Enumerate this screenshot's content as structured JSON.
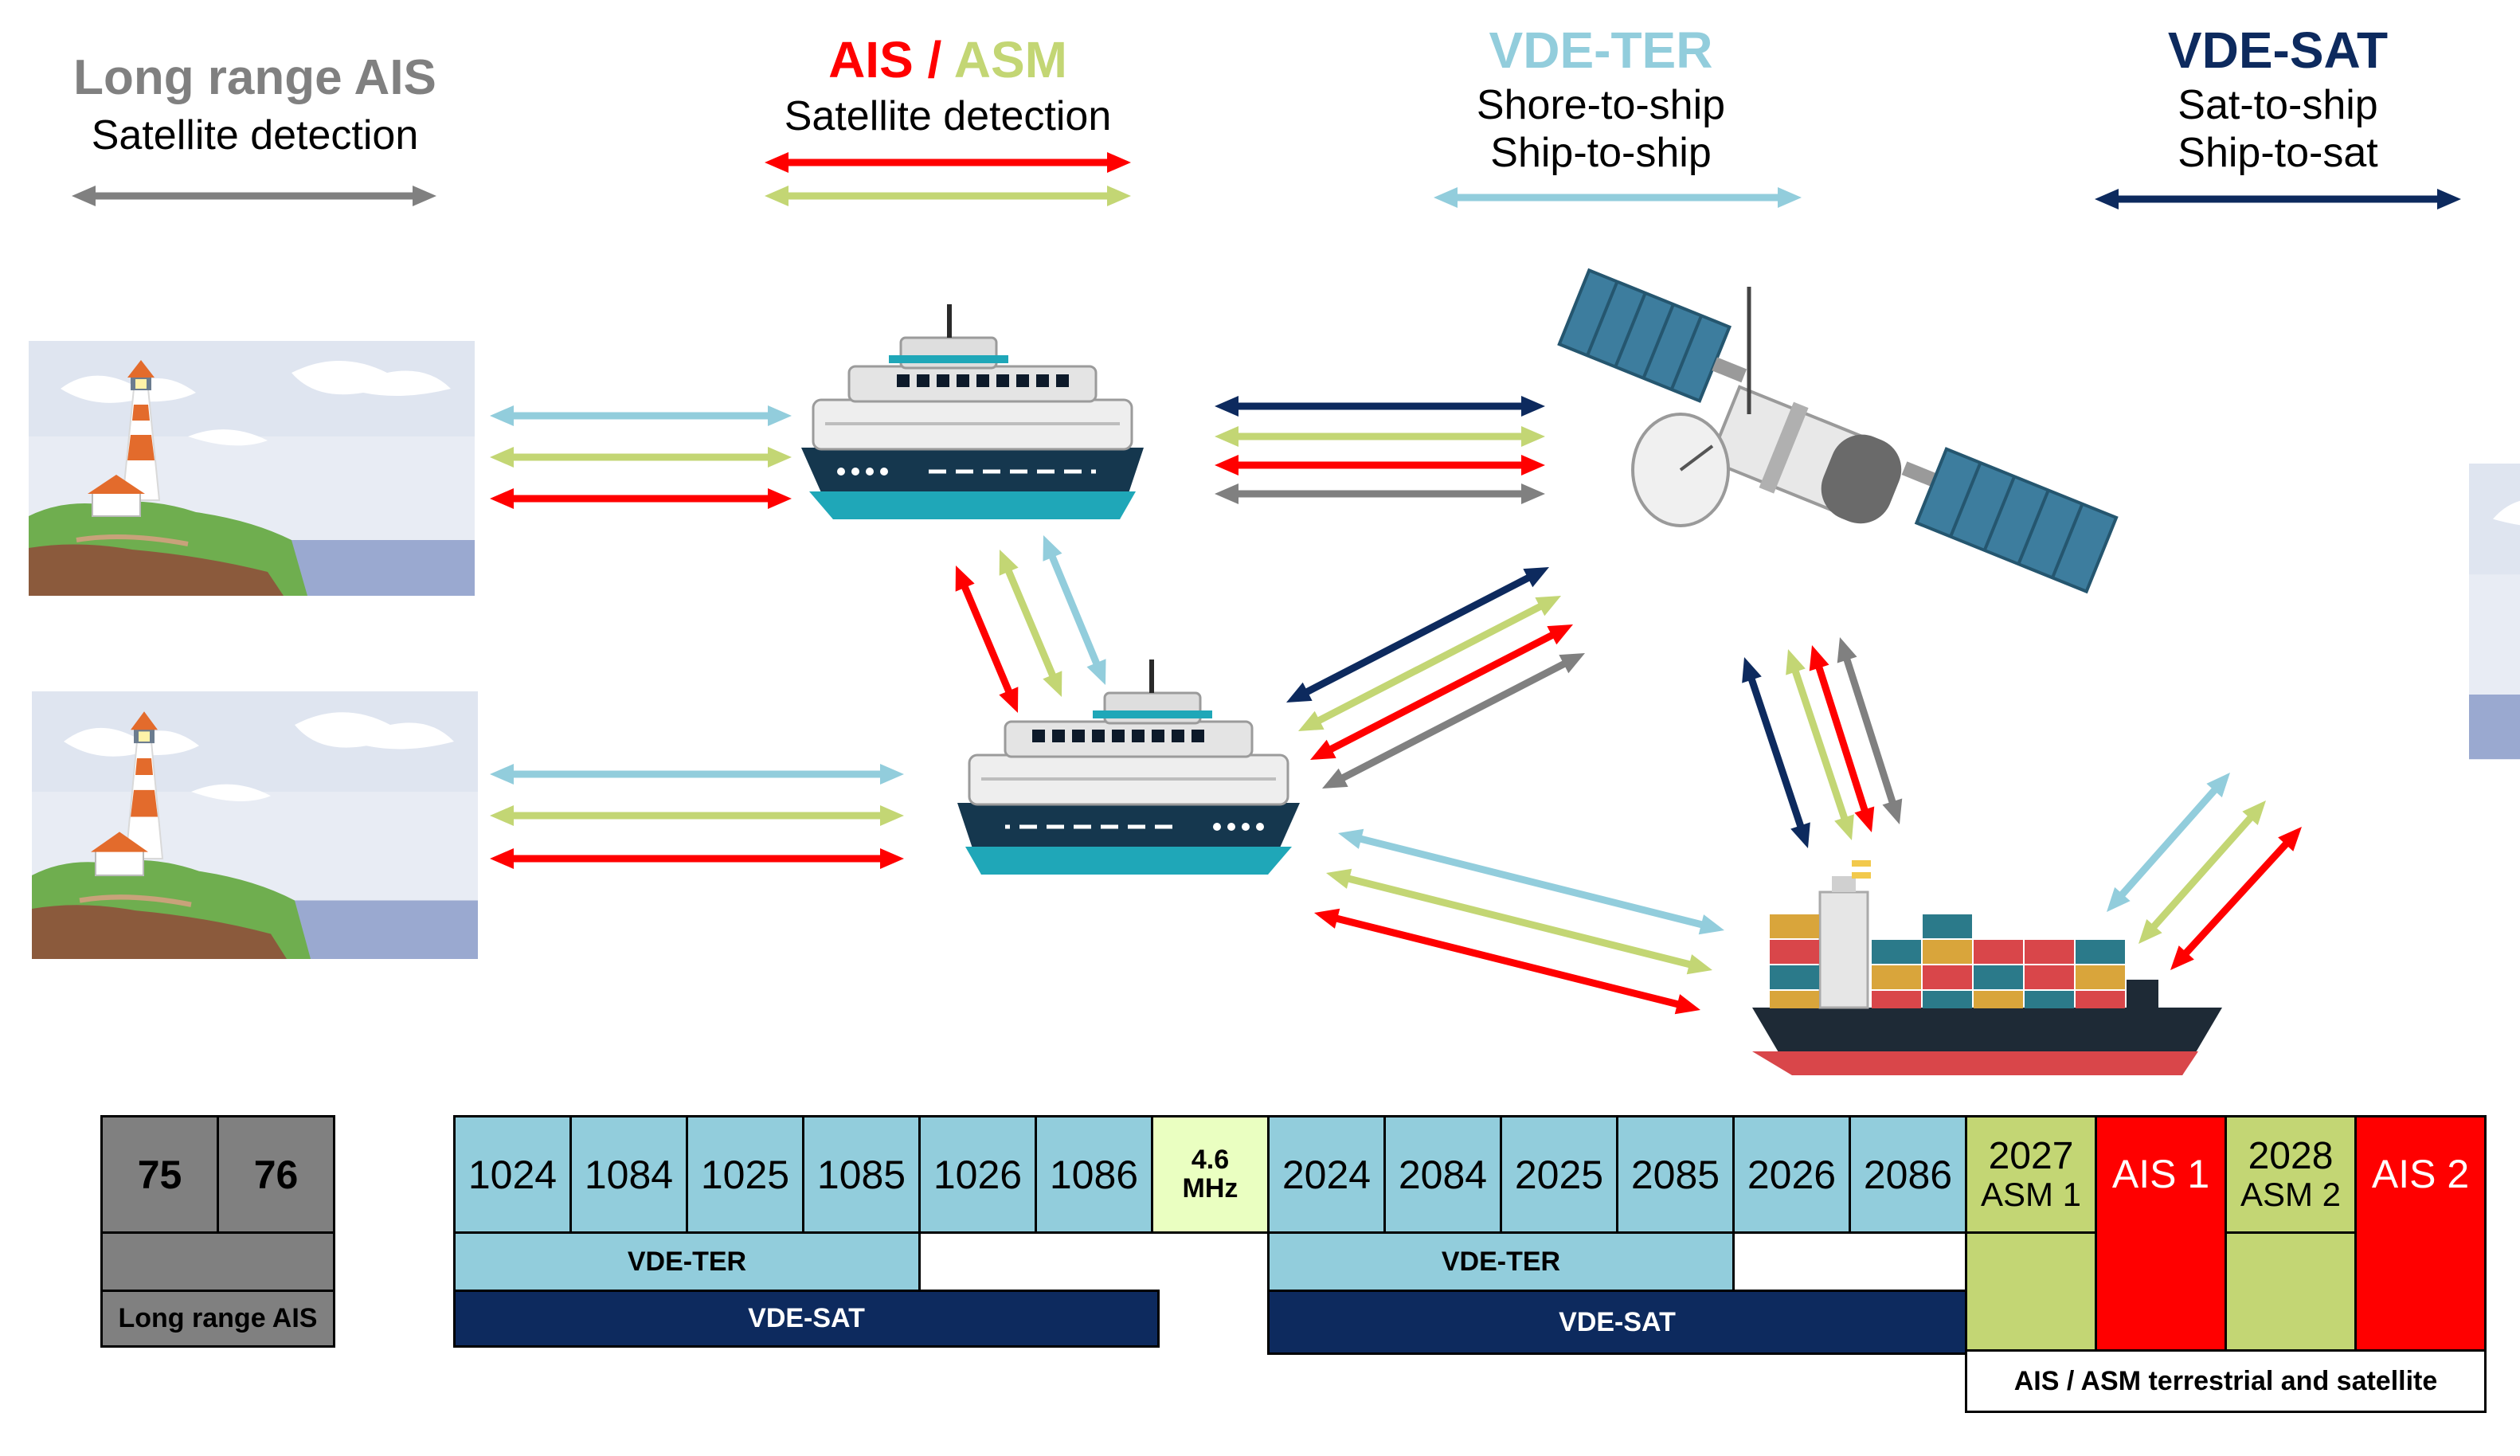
{
  "headers": {
    "long_range": {
      "title": "Long range AIS",
      "subtitle": "Satellite detection",
      "color": "#808080"
    },
    "ais_asm": {
      "title_ais": "AIS",
      "title_sep": " / ",
      "title_asm": "ASM",
      "subtitle": "Satellite detection",
      "ais_color": "#ff0000",
      "asm_color": "#c3d674"
    },
    "vde_ter": {
      "title": "VDE-TER",
      "subtitle_1": "Shore-to-ship",
      "subtitle_2": "Ship-to-ship",
      "color": "#92cddc"
    },
    "vde_sat": {
      "title": "VDE-SAT",
      "subtitle_1": "Sat-to-ship",
      "subtitle_2": "Ship-to-sat",
      "color": "#0d2a5e"
    }
  },
  "colors": {
    "long_range": "#808080",
    "ais": "#ff0000",
    "asm": "#c3d674",
    "vde_ter": "#92cddc",
    "vde_sat": "#0d2a5e",
    "white": "#ffffff"
  },
  "scene_icons": [
    "lighthouse-scene",
    "lighthouse-scene",
    "lighthouse-scene",
    "ferry-ship",
    "ferry-ship",
    "satellite",
    "container-ship"
  ],
  "channels": {
    "long_range": {
      "ch75": "75",
      "ch76": "76",
      "label": "Long range AIS"
    },
    "vde_low": [
      "1024",
      "1084",
      "1025",
      "1085",
      "1026",
      "1086"
    ],
    "guard": {
      "line1": "4.6",
      "line2": "MHz"
    },
    "vde_high": [
      "2024",
      "2084",
      "2025",
      "2085",
      "2026",
      "2086"
    ],
    "asm1": {
      "line1": "2027",
      "line2": "ASM 1"
    },
    "ais1": "AIS 1",
    "asm2": {
      "line1": "2028",
      "line2": "ASM 2"
    },
    "ais2": "AIS 2",
    "vde_ter_label": "VDE-TER",
    "vde_sat_label": "VDE-SAT",
    "ais_asm_label": "AIS / ASM terrestrial and satellite"
  }
}
